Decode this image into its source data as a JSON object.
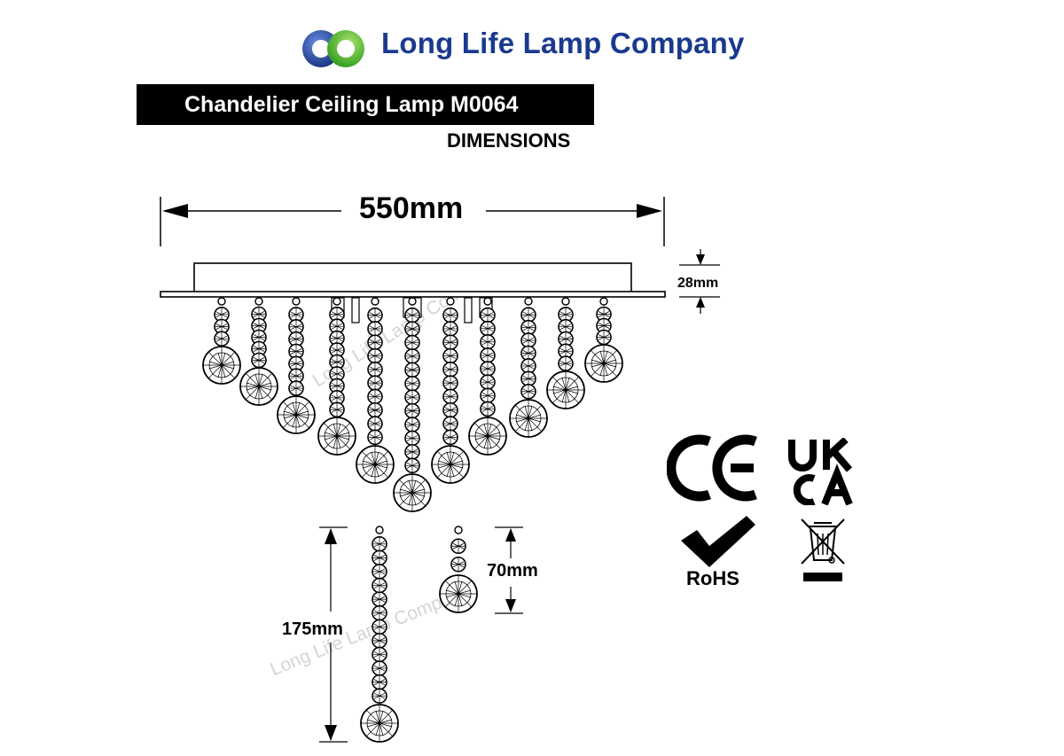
{
  "header": {
    "company_name": "Long Life Lamp Company",
    "brand_color": "#1a3a8f",
    "logo_colors": [
      "#1a3a8f",
      "#3fae2a"
    ]
  },
  "product": {
    "title": "Chandelier Ceiling Lamp M0064",
    "subtitle": "DIMENSIONS"
  },
  "dimensions": {
    "width": "550mm",
    "height": "28mm",
    "long_strand": "175mm",
    "short_strand": "70mm"
  },
  "watermark": {
    "text": "Long Life Lamp Company"
  },
  "certifications": {
    "marks": [
      "ce-mark-icon",
      "ukca-mark-icon",
      "rohs-check-icon",
      "weee-bin-icon"
    ],
    "rohs_label": "RoHS"
  }
}
